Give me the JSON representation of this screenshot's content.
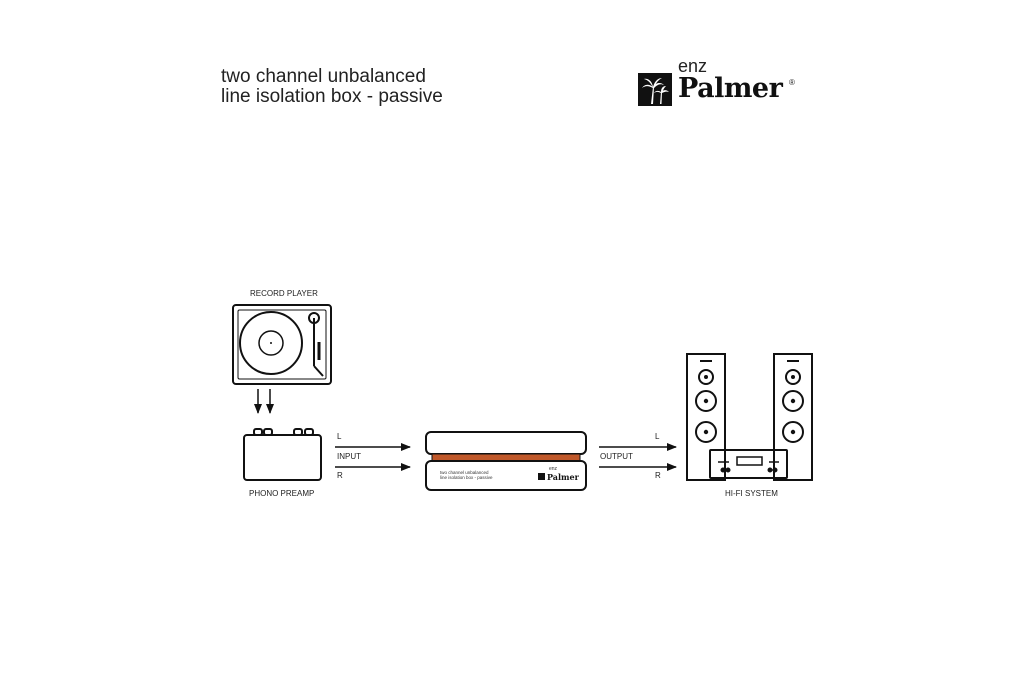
{
  "header": {
    "title_line1": "two channel unbalanced",
    "title_line2": "line isolation box - passive"
  },
  "brand": {
    "prefix": "enz",
    "name": "Palmer",
    "registered": "®"
  },
  "diagram": {
    "record_player_label": "RECORD PLAYER",
    "phono_preamp_label": "PHONO PREAMP",
    "hifi_label": "HI-FI SYSTEM",
    "input_label": "INPUT",
    "output_label": "OUTPUT",
    "left_in": "L",
    "right_in": "R",
    "left_out": "L",
    "right_out": "R",
    "device_line1": "two channel unbalanced",
    "device_line2": "line isolation box - passive",
    "device_brand_prefix": "enz",
    "device_brand_name": "Palmer",
    "accent_color": "#c0582a"
  }
}
